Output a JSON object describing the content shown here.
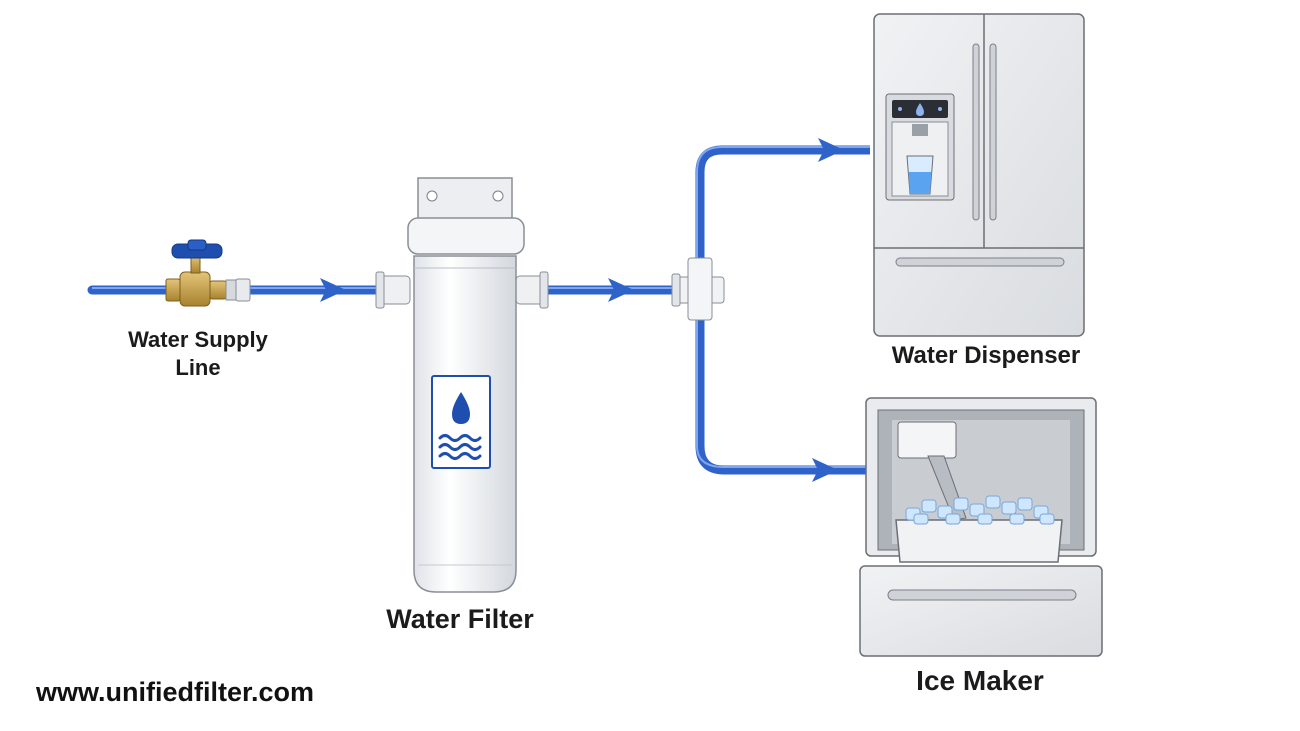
{
  "labels": {
    "water_supply_line": "Water Supply Line",
    "water_filter": "Water Filter",
    "water_dispenser": "Water Dispenser",
    "ice_maker": "Ice Maker",
    "website": "www.unifiedfilter.com"
  },
  "colors": {
    "pipe": "#2f63c9",
    "pipe_highlight": "#7fa6ee",
    "valve_handle": "#1f4fae",
    "valve_body": "#c8a24a",
    "appliance": "#e7e9ec",
    "outline": "#6b6f75"
  },
  "icons": [
    "water-drop-icon",
    "waves-icon"
  ]
}
